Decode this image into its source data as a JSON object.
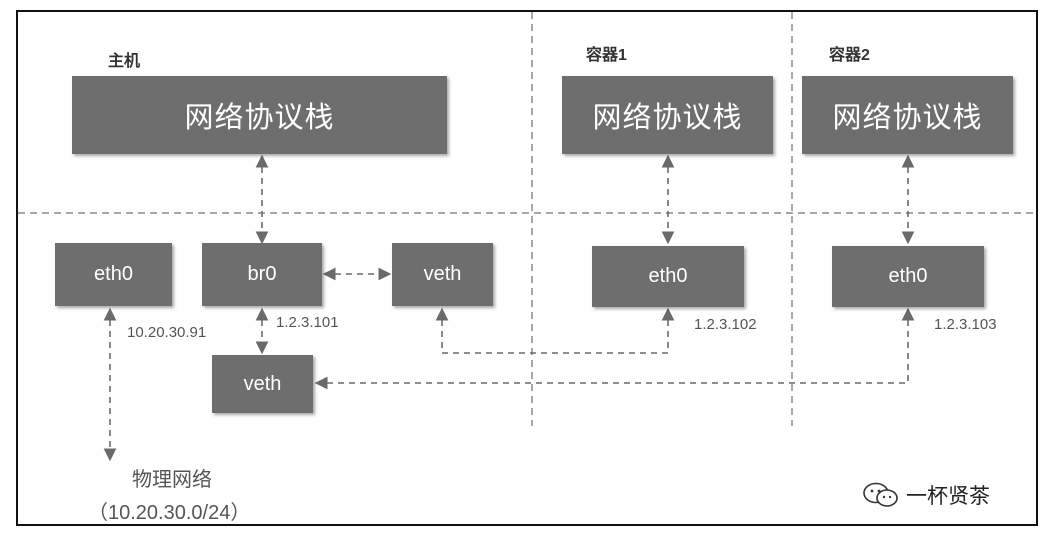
{
  "host": {
    "title": "主机",
    "stack_label": "网络协议栈",
    "eth0": "eth0",
    "eth0_ip": "10.20.30.91",
    "bridge": "br0",
    "bridge_ip": "1.2.3.101",
    "veth_top": "veth",
    "veth_bottom": "veth"
  },
  "container1": {
    "title": "容器1",
    "stack_label": "网络协议栈",
    "eth0": "eth0",
    "ip": "1.2.3.102"
  },
  "container2": {
    "title": "容器2",
    "stack_label": "网络协议栈",
    "eth0": "eth0",
    "ip": "1.2.3.103"
  },
  "physical_network": {
    "label": "物理网络",
    "cidr": "（10.20.30.0/24）"
  },
  "watermark": {
    "text": "一杯贤茶",
    "icon": "wechat-icon"
  },
  "colors": {
    "box_fill": "#6e6e6e",
    "box_text": "#ffffff",
    "dashed_line": "#7a7a7a",
    "border": "#111111"
  }
}
